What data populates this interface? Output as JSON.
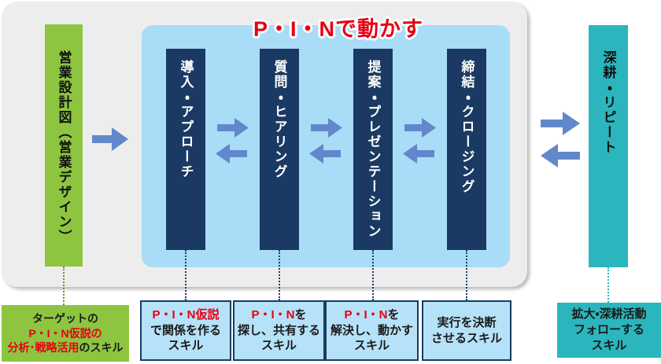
{
  "colors": {
    "bg": "#ffffff",
    "gray-panel": "#ededed",
    "green": "#8dc540",
    "navy": "#1b3a63",
    "panel-blue": "#a9dcf6",
    "box-blue": "#b5e2f8",
    "teal": "#2ab6bc",
    "arrow-blue": "#6287cb",
    "red": "#e60012",
    "ink": "#1a1a1a",
    "white": "#ffffff"
  },
  "title": "P・I・Nで動かす",
  "left_bar": {
    "label": "営業設計図（営業デザイン）"
  },
  "process_steps": [
    {
      "label": "導入・アプローチ"
    },
    {
      "label": "質問・ヒアリング"
    },
    {
      "label": "提案・プレゼンテーション"
    },
    {
      "label": "締結・クロージング"
    }
  ],
  "right_bar": {
    "label": "深耕・リピート"
  },
  "skill_boxes": {
    "target": {
      "line1": "ターゲットの",
      "line2_red": "P・I・N仮説の",
      "line3_red": "分析･戦略活用",
      "line3_black": "のスキル"
    },
    "relationship": {
      "line1_red": "P・I・N仮説",
      "line2": "で関係を作る",
      "line3": "スキル"
    },
    "share": {
      "line1_red": "P・I・N",
      "line1_black": "を",
      "line2": "探し、共有する",
      "line3": "スキル"
    },
    "solve": {
      "line1_red": "P・I・N",
      "line1_black": "を",
      "line2": "解決し、動かす",
      "line3": "スキル"
    },
    "decision": {
      "line1": "実行を決断",
      "line2": "させるスキル"
    },
    "followup": {
      "line1": "拡大・深耕活動",
      "line2": "フォローする",
      "line3": "スキル"
    }
  }
}
